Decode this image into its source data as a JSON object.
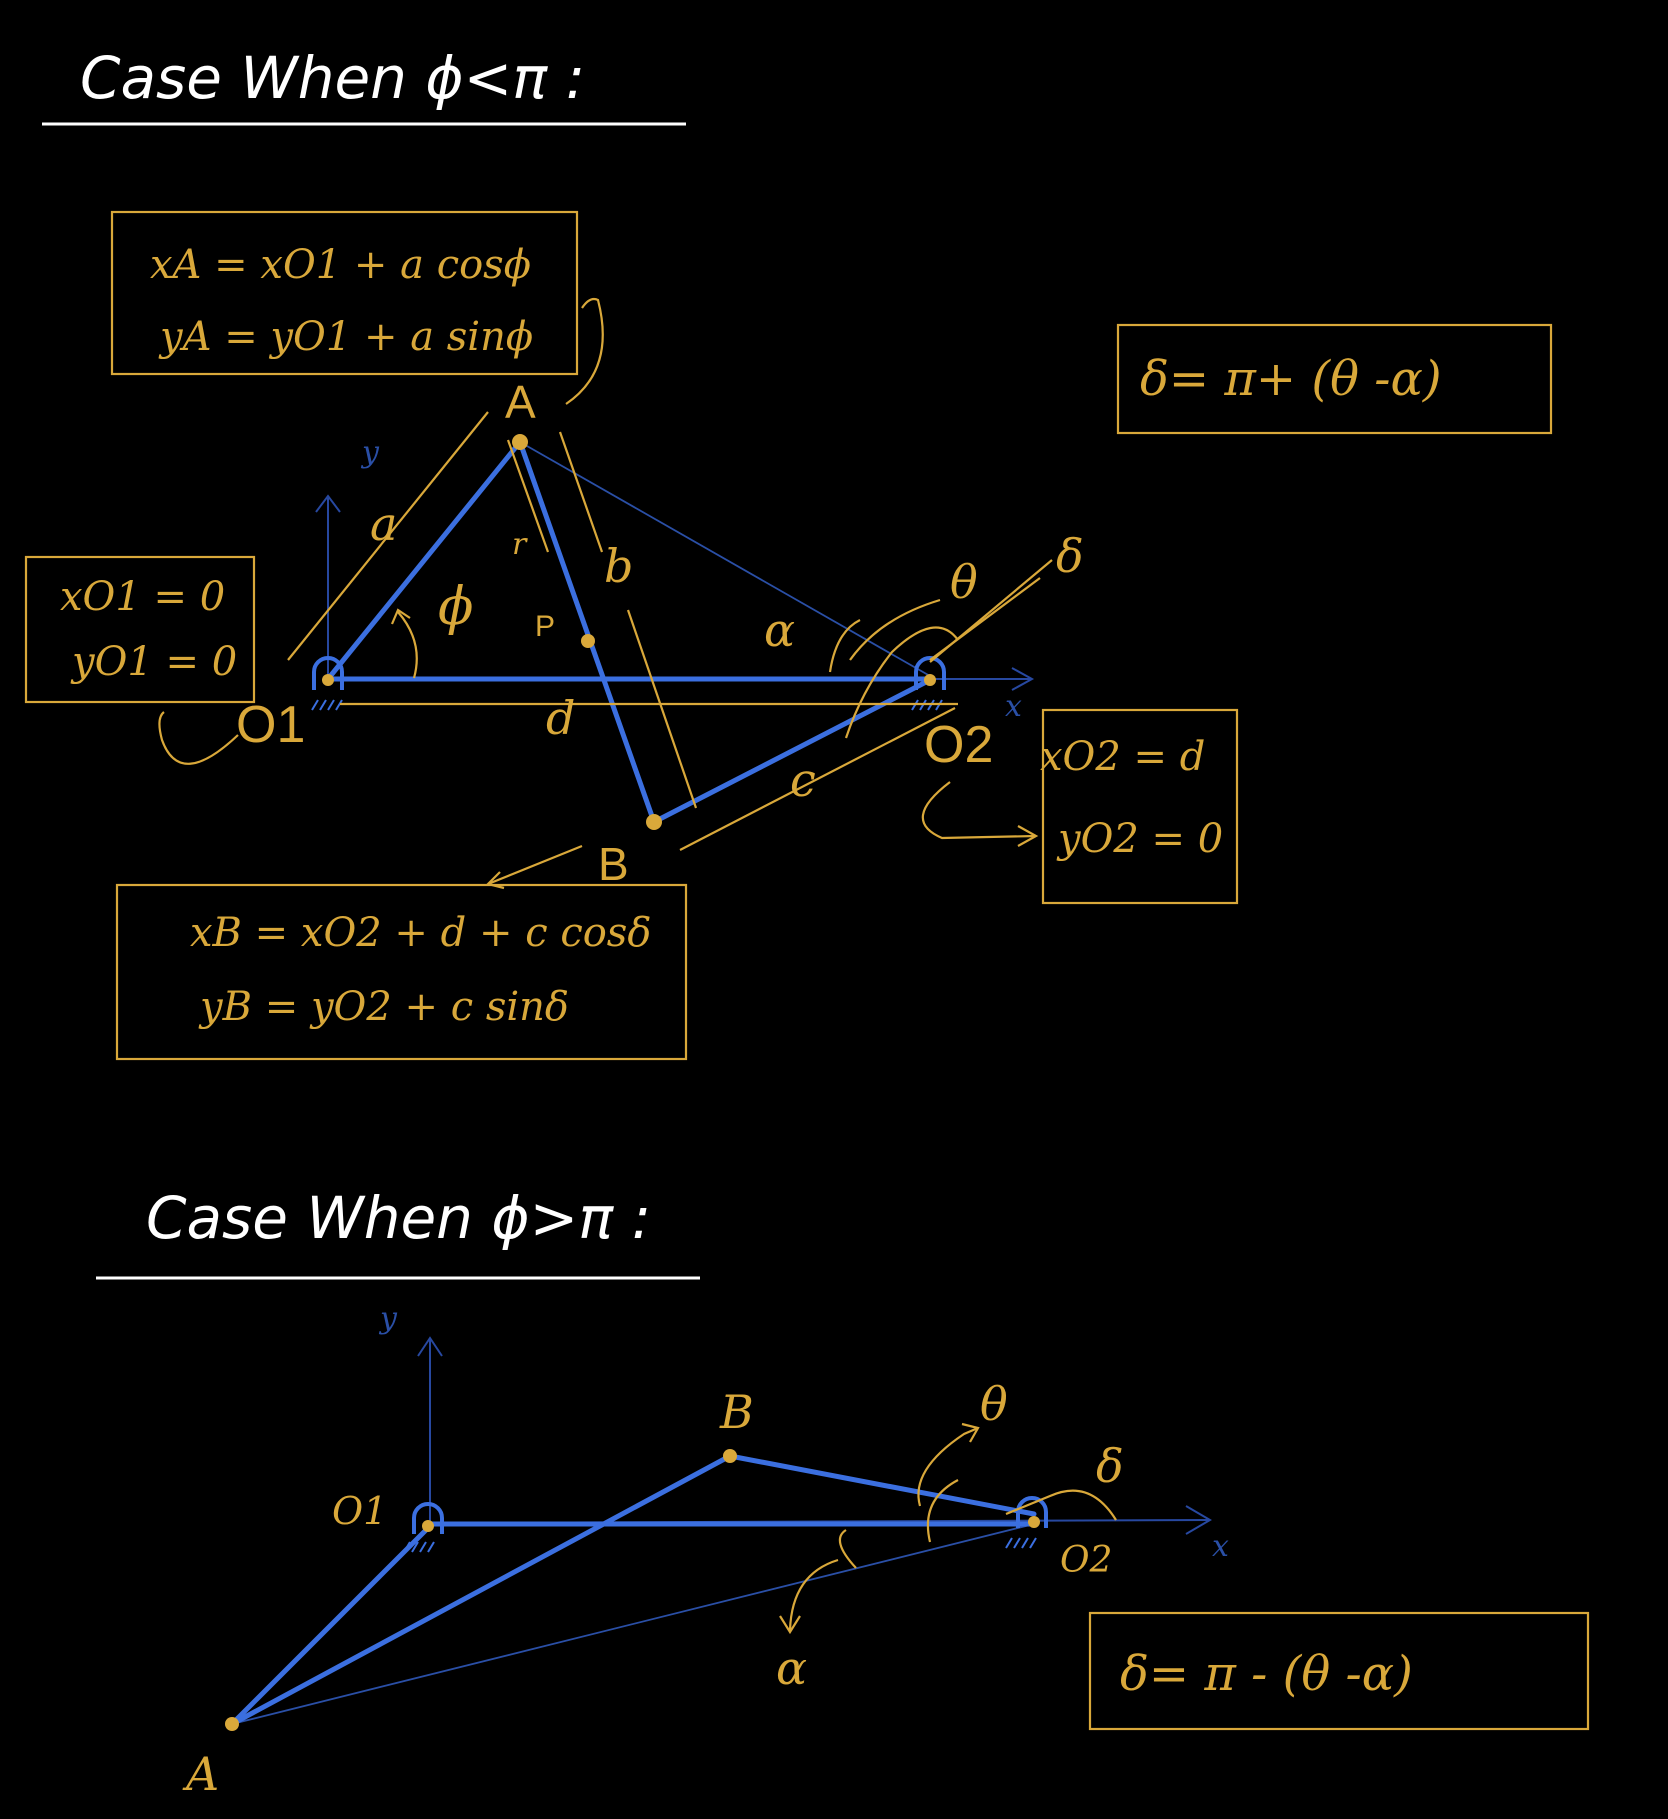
{
  "case1": {
    "title": "Case When ϕ<π :",
    "eq_A_x": "xA = xO1 + a cosϕ",
    "eq_A_y": "yA = yO1 + a sinϕ",
    "eq_O1_x": "xO1 = 0",
    "eq_O1_y": "yO1 = 0",
    "eq_O2_x": "xO2 = d",
    "eq_O2_y": "yO2 = 0",
    "eq_B_x": "xB = xO2 + d + c cosδ",
    "eq_B_y": "yB = yO2 + c sinδ",
    "delta_eq": "δ= π+ (θ -α)",
    "labels": {
      "A": "A",
      "B": "B",
      "P": "P",
      "O1": "O1",
      "O2": "O2",
      "a": "a",
      "b": "b",
      "c": "c",
      "d": "d",
      "r": "r",
      "phi": "ϕ",
      "alpha": "α",
      "theta": "θ",
      "delta": "δ",
      "x": "x",
      "y": "y"
    }
  },
  "case2": {
    "title": "Case When ϕ>π :",
    "delta_eq": "δ= π - (θ -α)",
    "labels": {
      "A": "A",
      "B": "B",
      "O1": "O1",
      "O2": "O2",
      "alpha": "α",
      "theta": "θ",
      "delta": "δ",
      "x": "x",
      "y": "y"
    }
  },
  "colors": {
    "background": "#000000",
    "link": "#3b6fe0",
    "annotation": "#d9a83a",
    "title": "#ffffff"
  }
}
